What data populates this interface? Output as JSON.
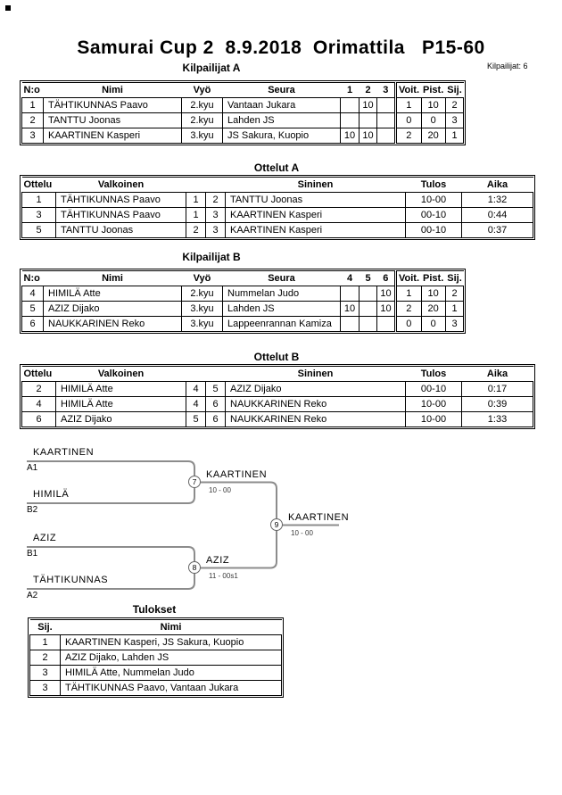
{
  "page": {
    "title": "Samurai Cup 2  8.9.2018  Orimattila   P15-60",
    "competitors_note": "Kilpailijat: 6"
  },
  "colors": {
    "bracket_line": "#8c8c8c",
    "text": "#000000",
    "background": "#ffffff"
  },
  "pool_a": {
    "heading": "Kilpailijat A",
    "headers": {
      "no": "N:o",
      "name": "Nimi",
      "belt": "Vyö",
      "club": "Seura",
      "m1": "1",
      "m2": "2",
      "m3": "3",
      "wins": "Voit.",
      "points": "Pist.",
      "place": "Sij."
    },
    "rows": [
      {
        "no": "1",
        "name": "TÄHTIKUNNAS Paavo",
        "belt": "2.kyu",
        "club": "Vantaan Jukara",
        "m1": "",
        "m2": "10",
        "m3": "",
        "wins": "1",
        "points": "10",
        "place": "2"
      },
      {
        "no": "2",
        "name": "TANTTU Joonas",
        "belt": "2.kyu",
        "club": "Lahden JS",
        "m1": "",
        "m2": "",
        "m3": "",
        "wins": "0",
        "points": "0",
        "place": "3"
      },
      {
        "no": "3",
        "name": "KAARTINEN Kasperi",
        "belt": "3.kyu",
        "club": "JS Sakura, Kuopio",
        "m1": "10",
        "m2": "10",
        "m3": "",
        "wins": "2",
        "points": "20",
        "place": "1"
      }
    ]
  },
  "matches_a": {
    "heading": "Ottelut A",
    "headers": {
      "match": "Ottelu",
      "white": "Valkoinen",
      "blue": "Sininen",
      "result": "Tulos",
      "time": "Aika"
    },
    "rows": [
      {
        "match": "1",
        "white": "TÄHTIKUNNAS Paavo",
        "wno": "1",
        "bno": "2",
        "blue": "TANTTU Joonas",
        "result": "10-00",
        "time": "1:32"
      },
      {
        "match": "3",
        "white": "TÄHTIKUNNAS Paavo",
        "wno": "1",
        "bno": "3",
        "blue": "KAARTINEN Kasperi",
        "result": "00-10",
        "time": "0:44"
      },
      {
        "match": "5",
        "white": "TANTTU Joonas",
        "wno": "2",
        "bno": "3",
        "blue": "KAARTINEN Kasperi",
        "result": "00-10",
        "time": "0:37"
      }
    ]
  },
  "pool_b": {
    "heading": "Kilpailijat B",
    "headers": {
      "no": "N:o",
      "name": "Nimi",
      "belt": "Vyö",
      "club": "Seura",
      "m1": "4",
      "m2": "5",
      "m3": "6",
      "wins": "Voit.",
      "points": "Pist.",
      "place": "Sij."
    },
    "rows": [
      {
        "no": "4",
        "name": "HIMILÄ Atte",
        "belt": "2.kyu",
        "club": "Nummelan Judo",
        "m1": "",
        "m2": "",
        "m3": "10",
        "wins": "1",
        "points": "10",
        "place": "2"
      },
      {
        "no": "5",
        "name": "AZIZ Dijako",
        "belt": "3.kyu",
        "club": "Lahden JS",
        "m1": "10",
        "m2": "",
        "m3": "10",
        "wins": "2",
        "points": "20",
        "place": "1"
      },
      {
        "no": "6",
        "name": "NAUKKARINEN Reko",
        "belt": "3.kyu",
        "club": "Lappeenrannan Kamiza",
        "m1": "",
        "m2": "",
        "m3": "",
        "wins": "0",
        "points": "0",
        "place": "3"
      }
    ]
  },
  "matches_b": {
    "heading": "Ottelut B",
    "headers": {
      "match": "Ottelu",
      "white": "Valkoinen",
      "blue": "Sininen",
      "result": "Tulos",
      "time": "Aika"
    },
    "rows": [
      {
        "match": "2",
        "white": "HIMILÄ Atte",
        "wno": "4",
        "bno": "5",
        "blue": "AZIZ Dijako",
        "result": "00-10",
        "time": "0:17"
      },
      {
        "match": "4",
        "white": "HIMILÄ Atte",
        "wno": "4",
        "bno": "6",
        "blue": "NAUKKARINEN Reko",
        "result": "10-00",
        "time": "0:39"
      },
      {
        "match": "6",
        "white": "AZIZ Dijako",
        "wno": "5",
        "bno": "6",
        "blue": "NAUKKARINEN Reko",
        "result": "10-00",
        "time": "1:33"
      }
    ]
  },
  "bracket": {
    "slots": [
      {
        "name": "KAARTINEN",
        "seed": "A1"
      },
      {
        "name": "HIMILÄ",
        "seed": "B2"
      },
      {
        "name": "AZIZ",
        "seed": "B1"
      },
      {
        "name": "TÄHTIKUNNAS",
        "seed": "A2"
      }
    ],
    "matches": [
      {
        "number": "7",
        "winner": "KAARTINEN",
        "score": "10 - 00"
      },
      {
        "number": "8",
        "winner": "AZIZ",
        "score": "11 - 00s1"
      },
      {
        "number": "9",
        "winner": "KAARTINEN",
        "score": "10 - 00"
      }
    ]
  },
  "results": {
    "heading": "Tulokset",
    "headers": {
      "place": "Sij.",
      "name": "Nimi"
    },
    "rows": [
      {
        "place": "1",
        "name": "KAARTINEN Kasperi, JS Sakura, Kuopio"
      },
      {
        "place": "2",
        "name": "AZIZ Dijako, Lahden JS"
      },
      {
        "place": "3",
        "name": "HIMILÄ Atte, Nummelan Judo"
      },
      {
        "place": "3",
        "name": "TÄHTIKUNNAS Paavo, Vantaan Jukara"
      }
    ]
  }
}
